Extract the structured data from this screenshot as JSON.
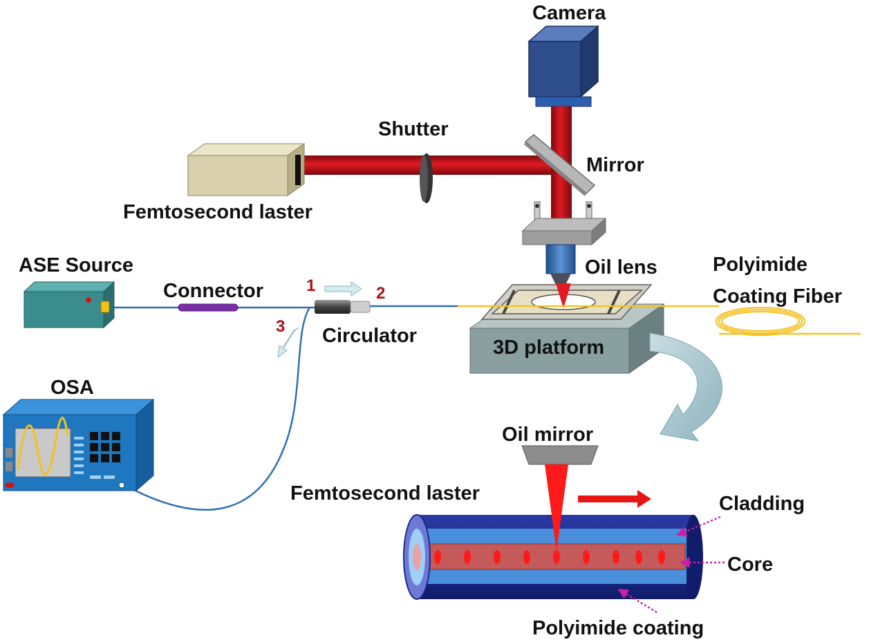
{
  "labels": {
    "camera": "Camera",
    "shutter": "Shutter",
    "mirror": "Mirror",
    "femto_top": "Femtosecond laster",
    "ase_source": "ASE Source",
    "connector": "Connector",
    "circulator": "Circulator",
    "port1": "1",
    "port2": "2",
    "port3": "3",
    "oil_lens": "Oil lens",
    "polyimide_line1": "Polyimide",
    "polyimide_line2": "Coating Fiber",
    "platform": "3D platform",
    "osa": "OSA",
    "oil_mirror": "Oil mirror",
    "femto_bottom": "Femtosecond laster",
    "cladding": "Cladding",
    "core": "Core",
    "polyimide_coating": "Polyimide coating"
  },
  "colors": {
    "beam": "#c81016",
    "fiber_blue": "#2f6fb3",
    "fiber_yellow": "#f3c325",
    "camera_body": "#2e4f8c",
    "laser_box": "#d9d1ad",
    "ase_box": "#3b8d8d",
    "osa_box": "#1f77c0",
    "platform": "#8aa0a0",
    "annotation": "#cc1fa8",
    "fiber_outer": "#1b2a8c",
    "fiber_cladding": "#4a8fdc",
    "fiber_core": "#c45a5a",
    "core_dots": "#ff1a1a"
  }
}
